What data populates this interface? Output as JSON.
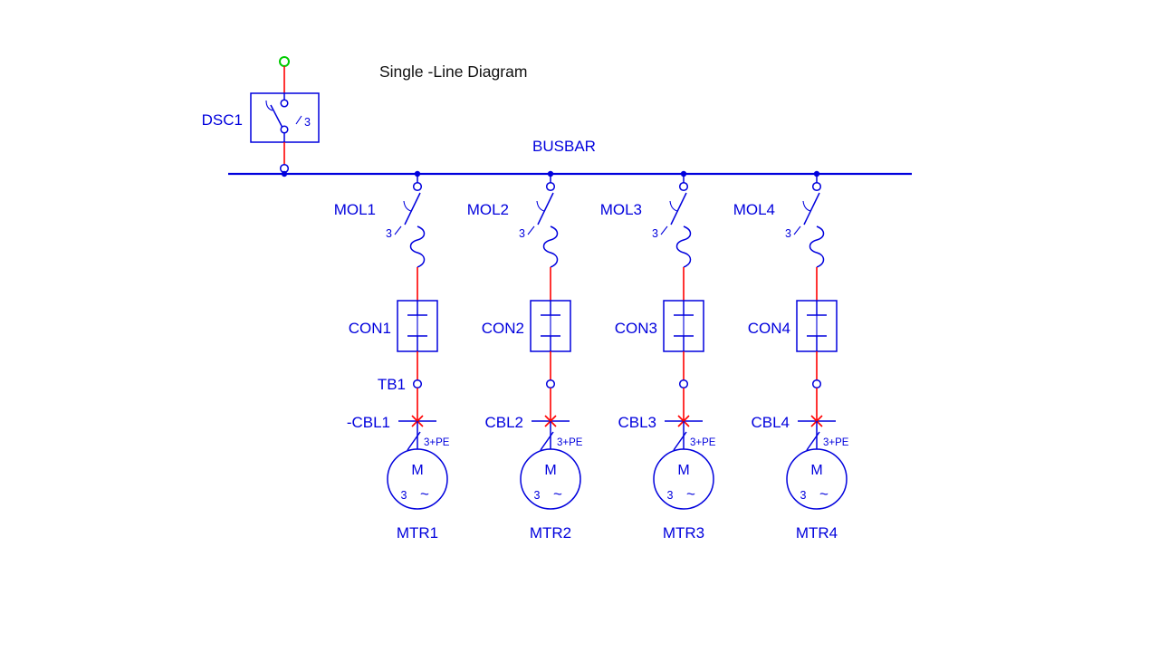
{
  "title": "Single -Line Diagram",
  "busbar": {
    "label": "BUSBAR"
  },
  "disconnect": {
    "label": "DSC1",
    "poles": "3"
  },
  "feeders": [
    {
      "mol": "MOL1",
      "poles": "3",
      "con": "CON1",
      "tb": "TB1",
      "cbl": "-CBL1",
      "cores": "3+PE",
      "motor_letter": "M",
      "motor_poles": "3",
      "motor_wave": "~",
      "mtr": "MTR1"
    },
    {
      "mol": "MOL2",
      "poles": "3",
      "con": "CON2",
      "cbl": "CBL2",
      "cores": "3+PE",
      "motor_letter": "M",
      "motor_poles": "3",
      "motor_wave": "~",
      "mtr": "MTR2"
    },
    {
      "mol": "MOL3",
      "poles": "3",
      "con": "CON3",
      "cbl": "CBL3",
      "cores": "3+PE",
      "motor_letter": "M",
      "motor_poles": "3",
      "motor_wave": "~",
      "mtr": "MTR3"
    },
    {
      "mol": "MOL4",
      "poles": "3",
      "con": "CON4",
      "cbl": "CBL4",
      "cores": "3+PE",
      "motor_letter": "M",
      "motor_poles": "3",
      "motor_wave": "~",
      "mtr": "MTR4"
    }
  ],
  "colors": {
    "blue": "#0000dd",
    "red": "#ff0000",
    "green": "#00cc00",
    "ink": "#111111",
    "bg": "#ffffff"
  }
}
